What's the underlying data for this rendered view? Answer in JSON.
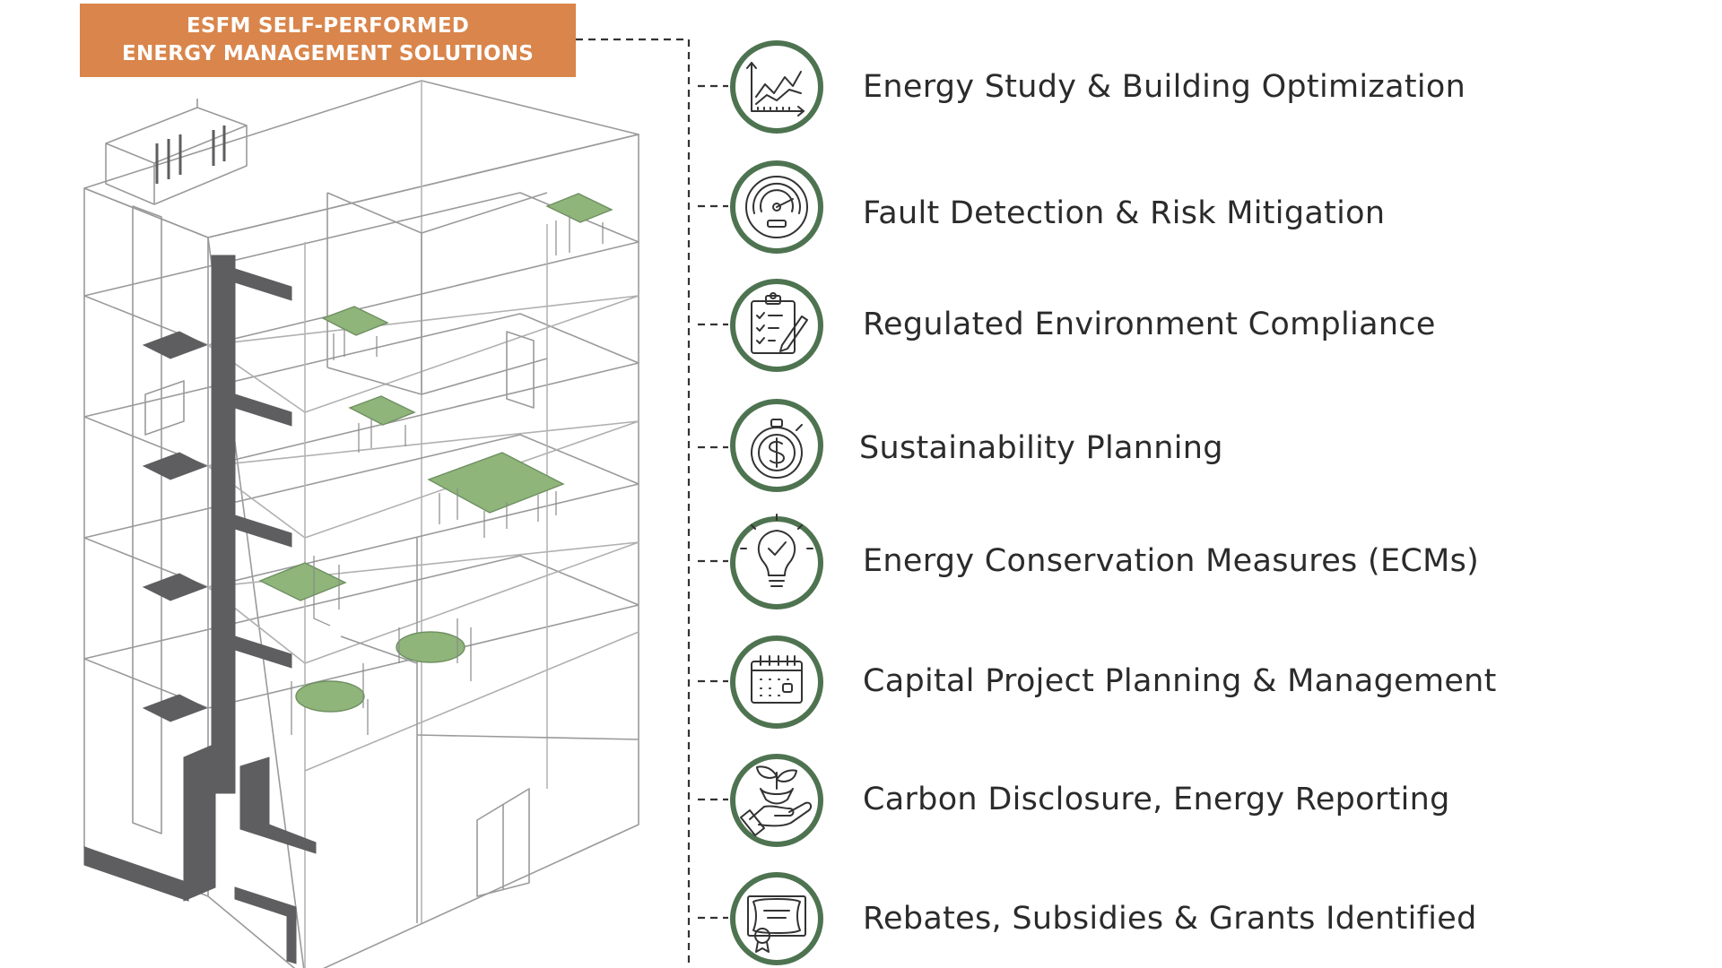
{
  "banner": {
    "line1": "ESFM SELF-PERFORMED",
    "line2": "ENERGY MANAGEMENT SOLUTIONS",
    "color": "#d9854b"
  },
  "colors": {
    "accent_green": "#4e7350",
    "furniture_green": "#8fb57a",
    "duct_gray": "#5e5e60",
    "line_gray": "#9a9a9a"
  },
  "services": [
    {
      "label": "Energy Study & Building Optimization",
      "icon": "line-chart-icon"
    },
    {
      "label": "Fault Detection & Risk Mitigation",
      "icon": "gauge-icon"
    },
    {
      "label": "Regulated Environment Compliance",
      "icon": "clipboard-pen-icon"
    },
    {
      "label": "Sustainability Planning",
      "icon": "stopwatch-dollar-icon"
    },
    {
      "label": "Energy Conservation Measures (ECMs)",
      "icon": "lightbulb-check-icon"
    },
    {
      "label": "Capital Project Planning & Management",
      "icon": "calendar-icon"
    },
    {
      "label": "Carbon Disclosure, Energy Reporting",
      "icon": "hand-plant-icon"
    },
    {
      "label": "Rebates, Subsidies & Grants Identified",
      "icon": "certificate-icon"
    }
  ]
}
